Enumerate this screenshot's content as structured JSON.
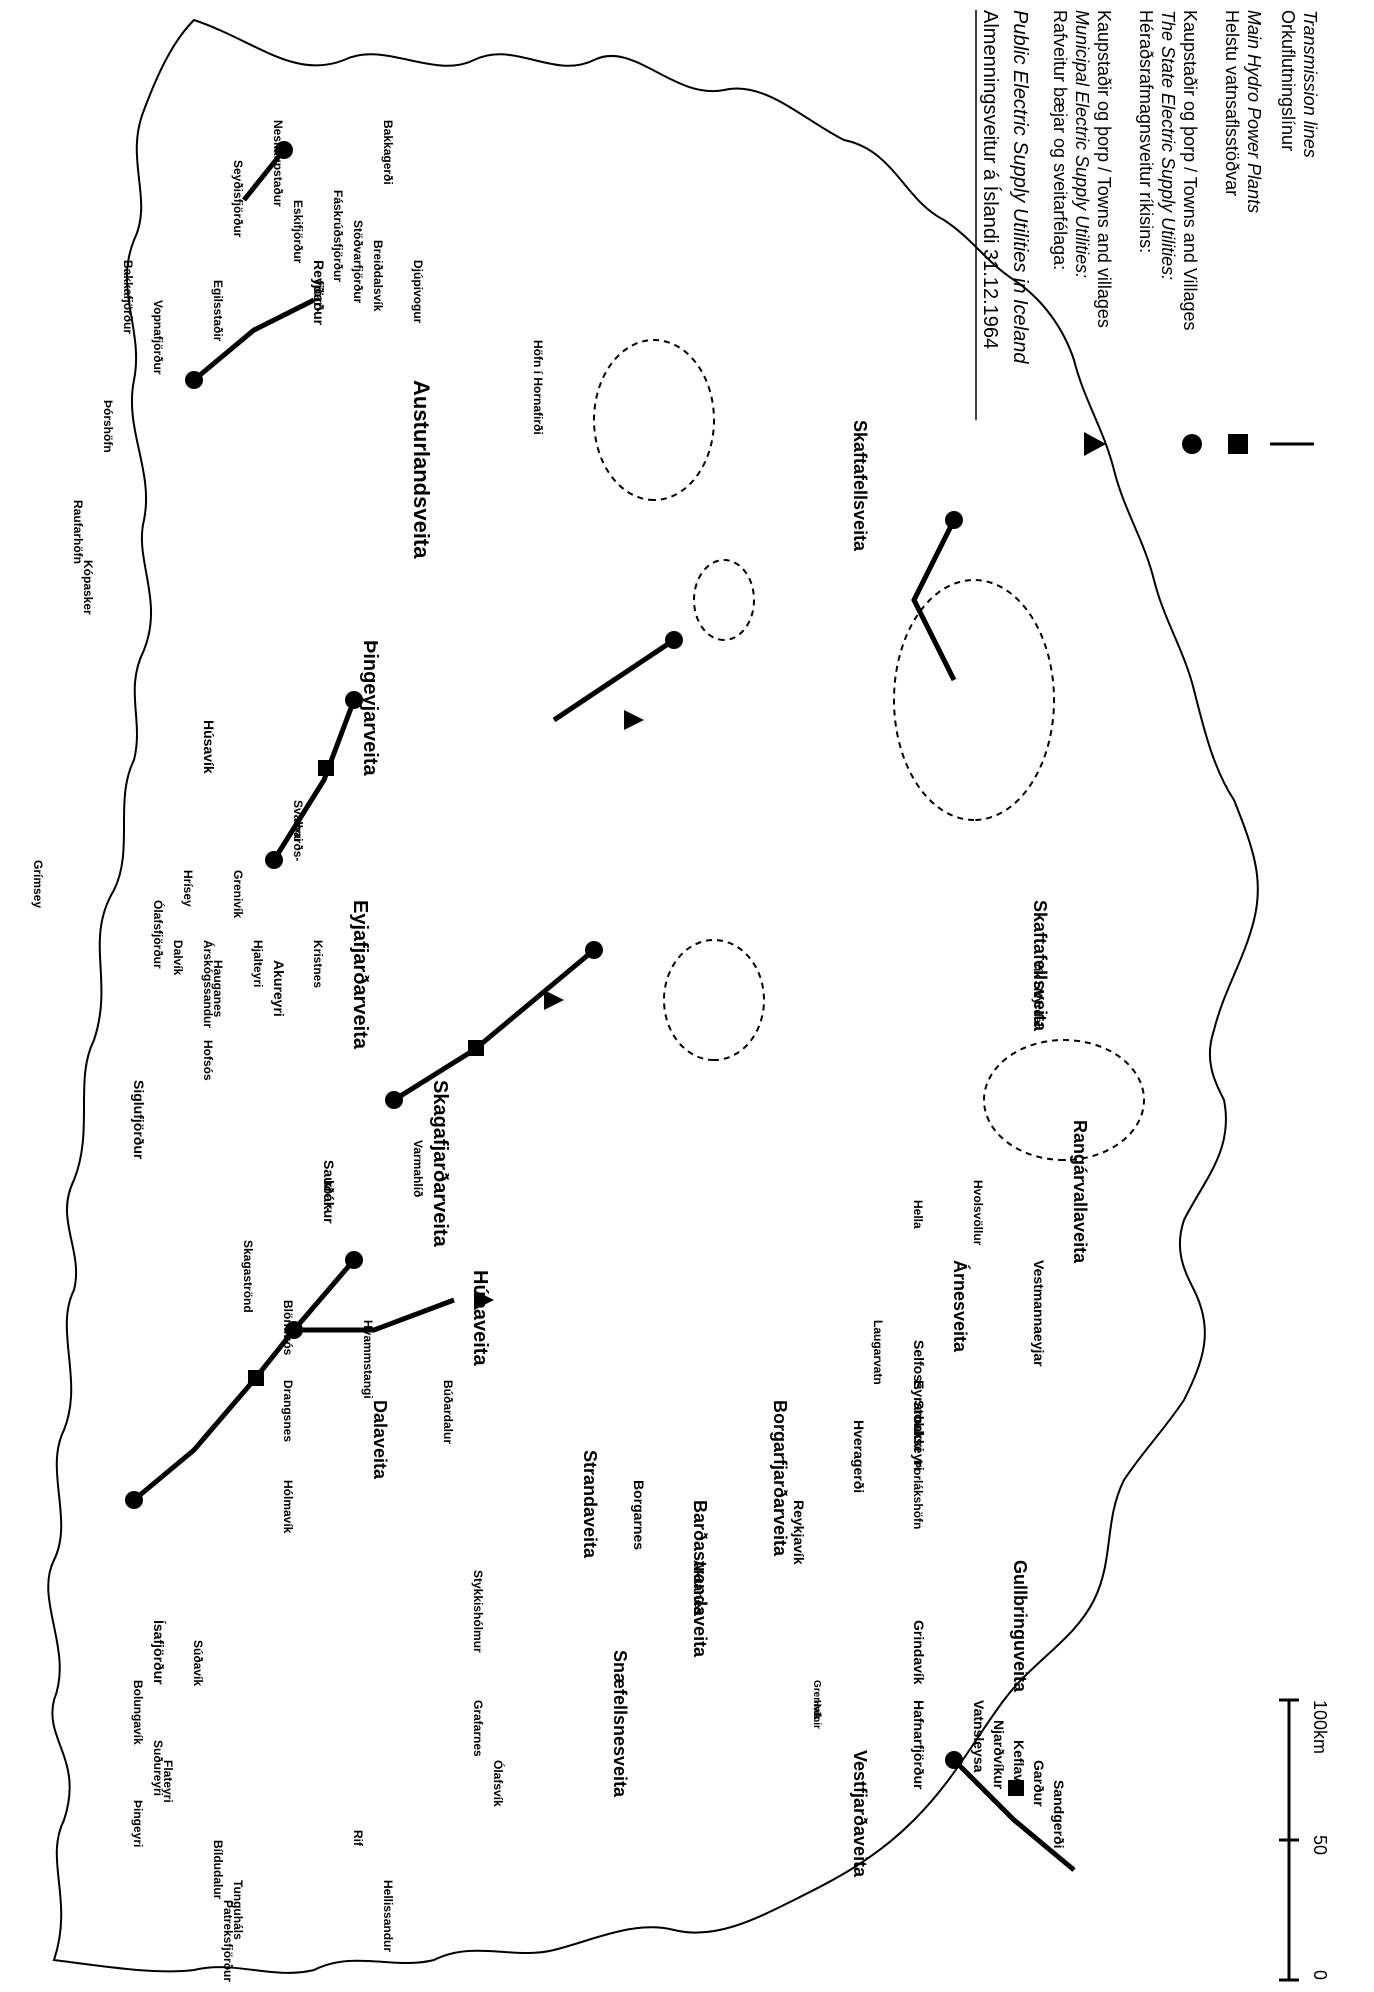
{
  "map": {
    "colors": {
      "ink": "#000000",
      "paper": "#ffffff"
    },
    "legend": {
      "title_is": "Almenningsveitur á Íslandi 31.12.1964",
      "title_en": "Public Electric Supply Utilities in Iceland",
      "municipal_is": "Rafveitur bæjar og sveitarfélaga:",
      "municipal_en": "Municipal Electric Supply Utilities:",
      "municipal_towns": "Kaupstaðir og þorp / Towns and villages",
      "state_is": "Héraðsrafmagnsveitur ríkisins:",
      "state_en": "The State Electric Supply Utilities:",
      "state_towns": "Kaupstaðir og þorp / Towns and Villages",
      "hydro_is": "Helstu vatnsaflsstöðvar",
      "hydro_en": "Main Hydro Power Plants",
      "lines_is": "Orkuflutningslínur",
      "lines_en": "Transmission lines",
      "symbols": [
        "triangle-icon",
        "circle-icon",
        "square-icon",
        "line-icon"
      ]
    },
    "scale": {
      "labels": [
        "0",
        "50",
        "100km"
      ]
    },
    "regions": [
      "Austurlandsveita",
      "Þingeyjarveita",
      "Eyjafjarðarveita",
      "Skagafjarðarveita",
      "Húnaveita",
      "Strandaveita",
      "Barðastrandaveita",
      "Dalaveita",
      "Vestfjarðaveita",
      "Snæfellsnesveita",
      "Borgarfjarðarveita",
      "Gullbringuveita",
      "Árnesveita",
      "Rangárvallaveita",
      "Skaftafellsveita",
      "Skaftafellsveita"
    ],
    "places": [
      "Bakkagerði",
      "Seyðisfjörður",
      "Neskaupstaður",
      "Eskifjörður",
      "Fáskrúðsfjörður",
      "Stöðvarfjörður",
      "Breiðdalsvík",
      "Djúpivogur",
      "Höfn í Hornafirði",
      "Reyðar-",
      "fjörður",
      "Egilsstaðir",
      "Vopnafjörður",
      "Bakkafjörður",
      "Þórshöfn",
      "Raufarhöfn",
      "Kópasker",
      "Grímsey",
      "Húsavík",
      "Svalbarðs-",
      "eyri",
      "Grenivík",
      "Hrísey",
      "Ólafsfjörður",
      "Dalvík",
      "Árskógssandur",
      "Hauganes",
      "Hjalteyri",
      "Akureyri",
      "Kristnes",
      "Siglufjörður",
      "Hofsós",
      "Sauðár-",
      "krókur",
      "Varmahlíð",
      "Skagaströnd",
      "Blönduós",
      "Hvammstangi",
      "Drangsnes",
      "Hólmavík",
      "Búðardalur",
      "Stykkishólmur",
      "Grafarnes",
      "Ólafsvík",
      "Rif",
      "Hellissandur",
      "Borgarnes",
      "Akranes",
      "Reykjavík",
      "Hveragerði",
      "Laugarvatn",
      "Selfoss",
      "Eyrarbakki",
      "Stokkseyri",
      "Þorlákshöfn",
      "Hella",
      "Hvolsvöllur",
      "Vestmannaeyjar",
      "Vík í Mýrdal",
      "Grindavík",
      "Grenivík",
      "Hafnir",
      "Hafnarfjörður",
      "Vatnsleysa",
      "Njarðvíkur",
      "Keflavík",
      "Garður",
      "Sandgerði",
      "Bolungavík",
      "Suðureyri",
      "Flateyri",
      "Þingeyri",
      "Bíldudalur",
      "Tunguháls",
      "Patreksfjörður",
      "Ísafjörður",
      "Súðavík"
    ]
  }
}
